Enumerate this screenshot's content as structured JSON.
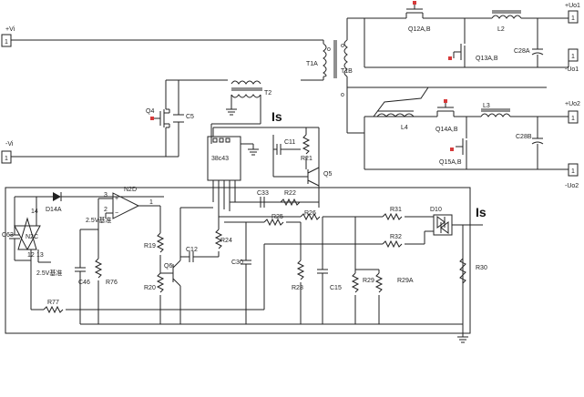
{
  "terminals": {
    "vin_pos": "+Vi",
    "vin_neg": "-Vi",
    "out1_pos": "+Uo1",
    "out1_neg": "-Uo1",
    "out2_pos": "+Uo2",
    "out2_neg": "-Uo2",
    "num": "1"
  },
  "current_labels": {
    "top": "Is",
    "right": "Is"
  },
  "ic": {
    "name": "38c43",
    "n2d": "N2D",
    "n2c": "N2C"
  },
  "components": {
    "t1a": "T1A",
    "t1b": "T1B",
    "t2": "T2",
    "q4": "Q4",
    "c5": "C5",
    "q12": "Q12A,B",
    "q13": "Q13A,B",
    "q14": "Q14A,B",
    "q15": "Q15A,B",
    "l2": "L2",
    "l3": "L3",
    "l4": "L4",
    "c28a": "C28A",
    "c28b": "C28B",
    "c11": "C11",
    "r21": "R21",
    "q5": "Q5",
    "c33": "C33",
    "r22": "R22",
    "r25": "R25",
    "r26": "R26",
    "r31": "R31",
    "r32": "R32",
    "d10": "D10",
    "d14a": "D14A",
    "c63": "C63",
    "r19": "R19",
    "r20": "R20",
    "q6": "Q6",
    "c12": "C12",
    "r24": "R24",
    "c30": "C30",
    "c46": "C46",
    "r76": "R76",
    "r77": "R77",
    "r28": "R28",
    "c15": "C15",
    "r29": "R29",
    "r29a": "R29A",
    "r30": "R30",
    "ref1": "2.5V基准",
    "ref2": "2.5V基准"
  },
  "pins": {
    "n2d_p3": "3",
    "n2d_p2": "2",
    "n2d_p1": "1",
    "n2c_p14": "14",
    "n2c_p12": "12",
    "n2c_p13": "13"
  },
  "colors": {
    "wire": "#222222",
    "pin_marker": "#d63a3a",
    "background": "#ffffff"
  }
}
